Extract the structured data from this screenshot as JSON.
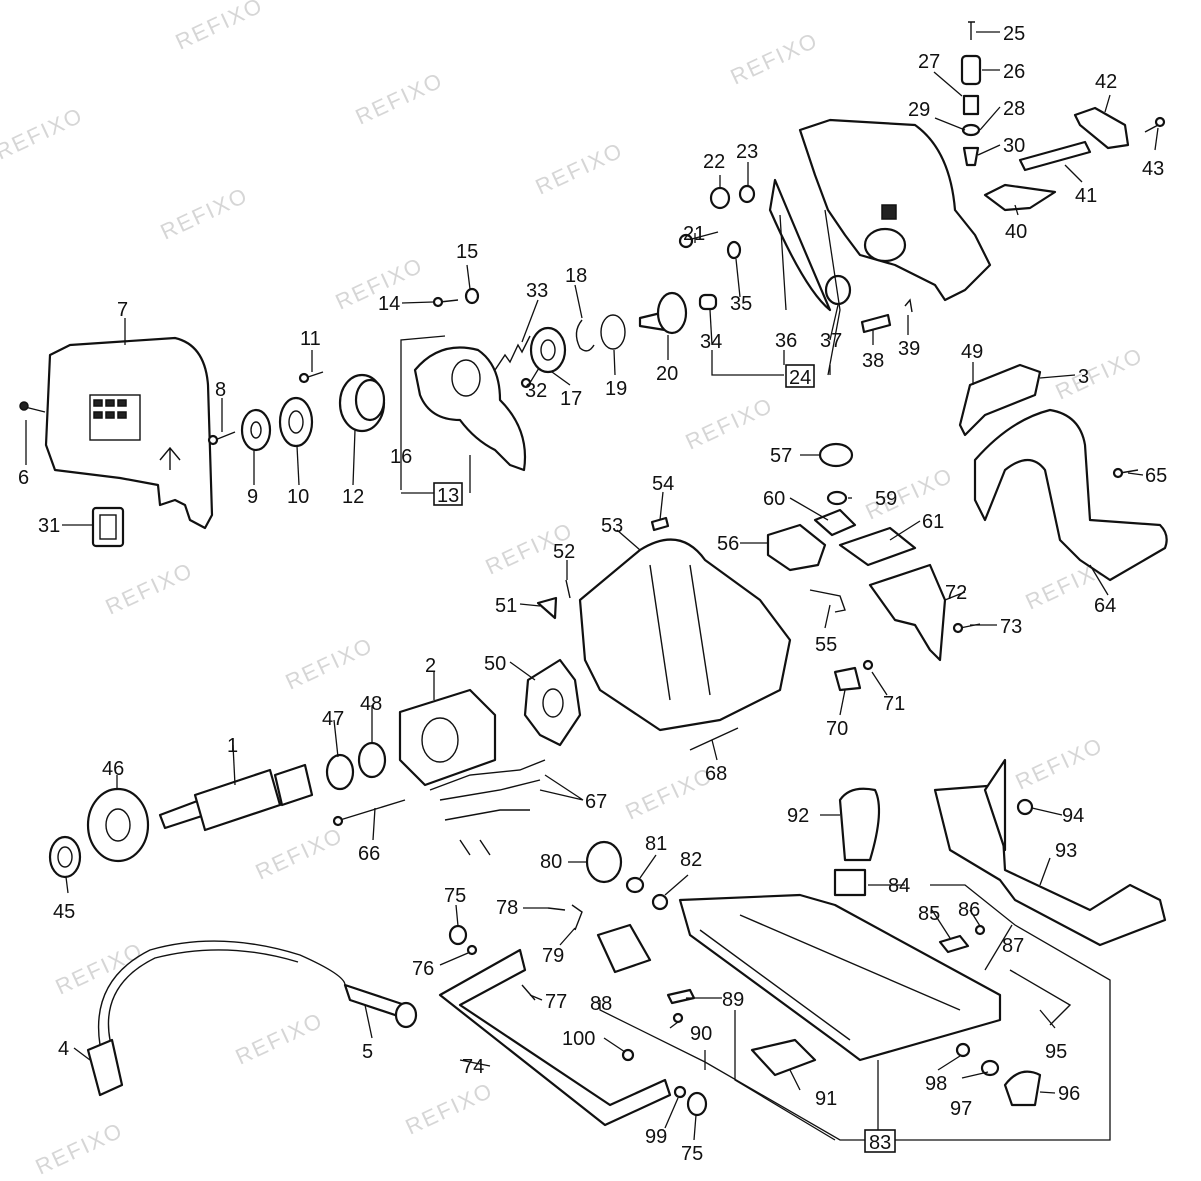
{
  "watermark": "REFIXO",
  "labels": {
    "p1": "1",
    "p2": "2",
    "p3": "3",
    "p4": "4",
    "p5": "5",
    "p6": "6",
    "p7": "7",
    "p8": "8",
    "p9": "9",
    "p10": "10",
    "p11": "11",
    "p12": "12",
    "p13": "13",
    "p14": "14",
    "p15": "15",
    "p16": "16",
    "p17": "17",
    "p18": "18",
    "p19": "19",
    "p20": "20",
    "p21": "21",
    "p22": "22",
    "p23": "23",
    "p24": "24",
    "p25": "25",
    "p26": "26",
    "p27": "27",
    "p28": "28",
    "p29": "29",
    "p30": "30",
    "p31": "31",
    "p32": "32",
    "p33": "33",
    "p34": "34",
    "p35": "35",
    "p36": "36",
    "p37": "37",
    "p38": "38",
    "p39": "39",
    "p40": "40",
    "p41": "41",
    "p42": "42",
    "p43": "43",
    "p45": "45",
    "p46": "46",
    "p47": "47",
    "p48": "48",
    "p49": "49",
    "p50": "50",
    "p51": "51",
    "p52": "52",
    "p53": "53",
    "p54": "54",
    "p55": "55",
    "p56": "56",
    "p57": "57",
    "p59": "59",
    "p60": "60",
    "p61": "61",
    "p64": "64",
    "p65": "65",
    "p66": "66",
    "p67": "67",
    "p68": "68",
    "p70": "70",
    "p71": "71",
    "p72": "72",
    "p73": "73",
    "p74": "74",
    "p75a": "75",
    "p75b": "75",
    "p76": "76",
    "p77": "77",
    "p78": "78",
    "p79": "79",
    "p80": "80",
    "p81": "81",
    "p82": "82",
    "p83": "83",
    "p84": "84",
    "p85": "85",
    "p86": "86",
    "p87": "87",
    "p88": "88",
    "p89": "89",
    "p90": "90",
    "p91": "91",
    "p92": "92",
    "p93": "93",
    "p94": "94",
    "p95": "95",
    "p96": "96",
    "p97": "97",
    "p98": "98",
    "p99": "99",
    "p100": "100"
  },
  "colors": {
    "ink": "#111111",
    "paper": "#ffffff",
    "watermark": "#d6d6d6"
  }
}
